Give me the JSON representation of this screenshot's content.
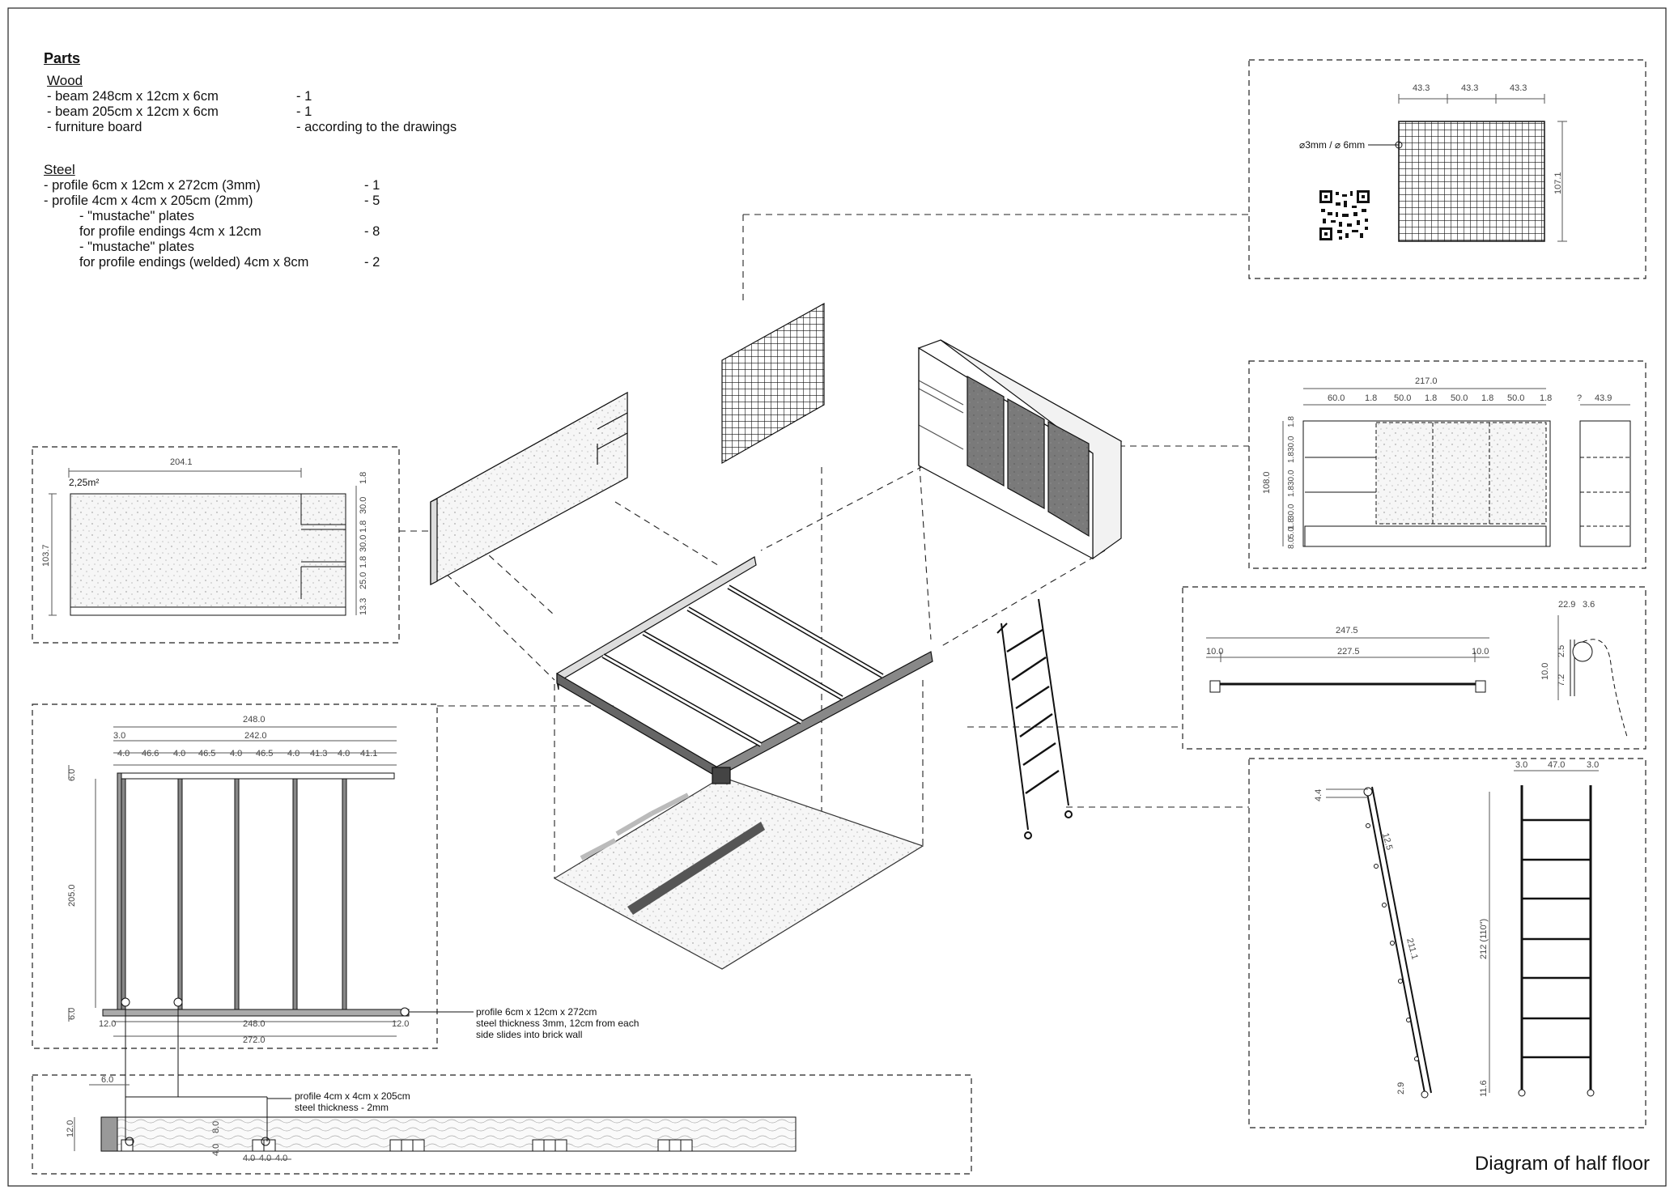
{
  "sheet_title": "Diagram of half floor",
  "parts": {
    "title": "Parts",
    "wood": {
      "title": "Wood",
      "items": [
        {
          "name": "- beam 248cm x 12cm x 6cm",
          "qty": "- 1"
        },
        {
          "name": "- beam 205cm x 12cm x 6cm",
          "qty": "- 1"
        },
        {
          "name": "- furniture board",
          "qty": "- according to the drawings"
        }
      ]
    },
    "steel": {
      "title": "Steel",
      "items": [
        {
          "name": "- profile 6cm x 12cm x 272cm (3mm)",
          "qty": "- 1"
        },
        {
          "name": "- profile 4cm x 4cm x 205cm (2mm)",
          "qty": "- 5"
        },
        {
          "name": "- \"mustache\" plates",
          "qty": ""
        },
        {
          "name": "for profile endings 4cm x 12cm",
          "qty": "- 8"
        },
        {
          "name": "- \"mustache\" plates",
          "qty": ""
        },
        {
          "name": "for profile endings (welded) 4cm x 8cm",
          "qty": "- 2"
        }
      ]
    }
  },
  "board_detail": {
    "width": "204.1",
    "height": "103.7",
    "area": "2,25m²",
    "right_dims": [
      "1.8",
      "30.0",
      "1.8",
      "30.0",
      "1.8",
      "25.0",
      "13.3"
    ]
  },
  "grid_detail": {
    "cols": [
      "43.3",
      "43.3",
      "43.3"
    ],
    "height": "107.1",
    "wire_label": "⌀3mm / ⌀ 6mm"
  },
  "shelf_detail": {
    "total": "217.0",
    "segments": [
      "60.0",
      "1.8",
      "50.0",
      "1.8",
      "50.0",
      "1.8",
      "50.0",
      "1.8"
    ],
    "depth_q": "?",
    "depth": "43.9",
    "height": "108.0",
    "left_dims": [
      "1.8",
      "30.0",
      "1.8",
      "30.0",
      "1.8",
      "30.0",
      "1.8",
      "5.0",
      "8.0"
    ]
  },
  "rail_detail": {
    "total": "247.5",
    "inner": "227.5",
    "left_end": "10.0",
    "right_end": "10.0",
    "hook_top": [
      "22.9",
      "3.6"
    ],
    "hook_side": [
      "10.0",
      "2.5",
      "7.2"
    ]
  },
  "ladder_detail": {
    "width_dims": [
      "3.0",
      "47.0",
      "3.0"
    ],
    "height": "212 (110\")",
    "bottom": "11.6",
    "side_length": "211.1",
    "side_dims": [
      "4.4",
      "12.5",
      "2.9"
    ]
  },
  "plan": {
    "total_top": "248.0",
    "inner_top": "242.0",
    "left_offset": "3.0",
    "spacing": [
      "4.0",
      "46.6",
      "4.0",
      "46.5",
      "4.0",
      "46.5",
      "4.0",
      "41.3",
      "4.0",
      "41.1"
    ],
    "height": "205.0",
    "top_thk": "6.0",
    "bottom_thk": "6.0",
    "bottom_dims": [
      "12.0",
      "248.0",
      "12.0"
    ],
    "bottom_total": "272.0",
    "profile_note": [
      "profile 6cm x 12cm x 272cm",
      "steel thickness 3mm, 12cm from each",
      "side slides into brick wall"
    ]
  },
  "section": {
    "height": "12.0",
    "top_dim": "6.0",
    "small_dims": [
      "8.0",
      "4.0",
      "4.0",
      "4.0",
      "4.0"
    ],
    "profile_note": [
      "profile 4cm x 4cm x 205cm",
      "steel thickness - 2mm"
    ]
  }
}
